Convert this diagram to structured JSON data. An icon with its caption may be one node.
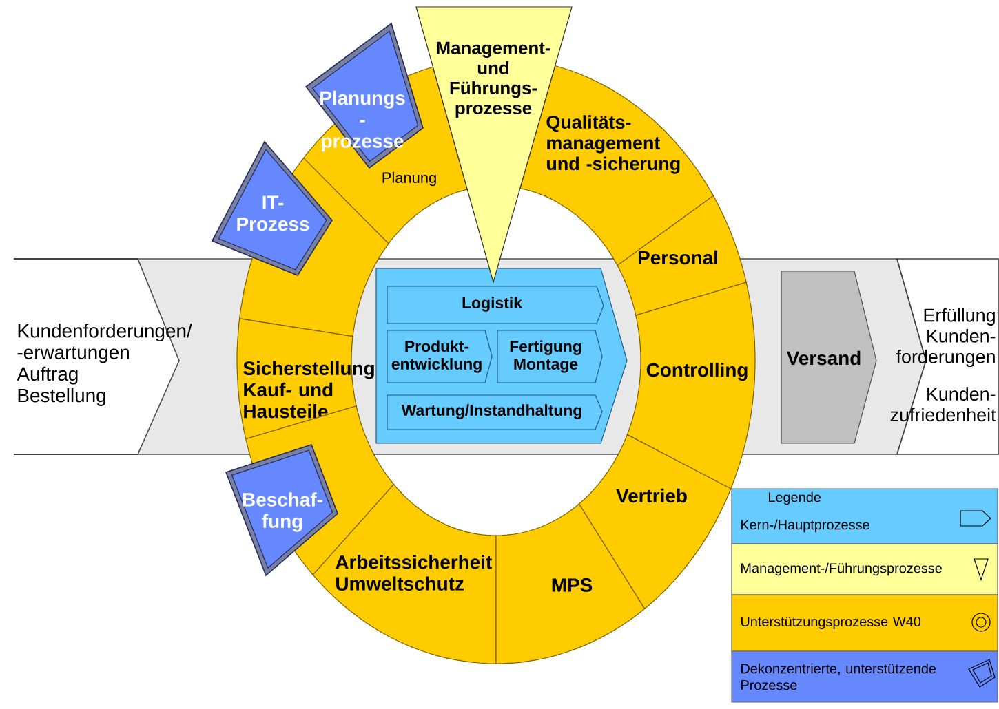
{
  "diagram": {
    "nodes": [
      {
        "text": [
          "Planungs - prozesse"
        ]
      },
      {
        "text": [
          "Management- und Führungs- prozesse"
        ]
      },
      {
        "text": [
          "Planung"
        ]
      },
      {
        "text": [
          "Qualitäts- management und -sicherung"
        ]
      },
      {
        "text": [
          "IT- Prozess"
        ]
      },
      {
        "text": [],
        "shape": "box"
      },
      {
        "text": [
          "Personal"
        ]
      },
      {
        "text": [
          "Kundenforderungen/ -erwartungen",
          "Auftrag",
          "Bestellung"
        ]
      },
      {
        "text": [],
        "shape": "box"
      },
      {
        "text": [
          "Logistik"
        ],
        "in": 8
      },
      {
        "text": [
          "Produkt- entwicklung"
        ],
        "in": 8
      },
      {
        "text": [
          "Fertigung Montage"
        ],
        "in": 8
      },
      {
        "text": [
          "Wartung/Instandhaltung"
        ],
        "in": 8
      },
      {
        "text": [
          "Sicherstellung Kauf- und Hausteile"
        ]
      },
      {
        "text": [
          "Controlling"
        ]
      },
      {
        "text": [
          "Versand"
        ]
      },
      {
        "text": [
          "Erfüllung Kunden- forderungen",
          "Kunden- zufriedenheit"
        ]
      },
      {
        "text": [
          "Beschaf- fung"
        ]
      },
      {
        "text": [],
        "shape": "box"
      },
      {
        "text": [
          "Vertrieb"
        ]
      },
      {
        "text": [
          "Arbeitssicherheit Umweltschutz"
        ]
      },
      {
        "text": [
          "MPS"
        ]
      }
    ],
    "labels": [
      "Legende"
    ],
    "legend": [
      {
        "text": "Kern-/Hauptprozesse",
        "color": "#66ccff"
      },
      {
        "text": "Management-/Führungsprozesse",
        "color": "#ffff99"
      },
      {
        "text": "Unterstützungsprozesse W40",
        "color": "#ffcc00"
      },
      {
        "text": "Dekonzentrierte, unterstützende Prozesse",
        "color": "#6688ff"
      }
    ]
  }
}
